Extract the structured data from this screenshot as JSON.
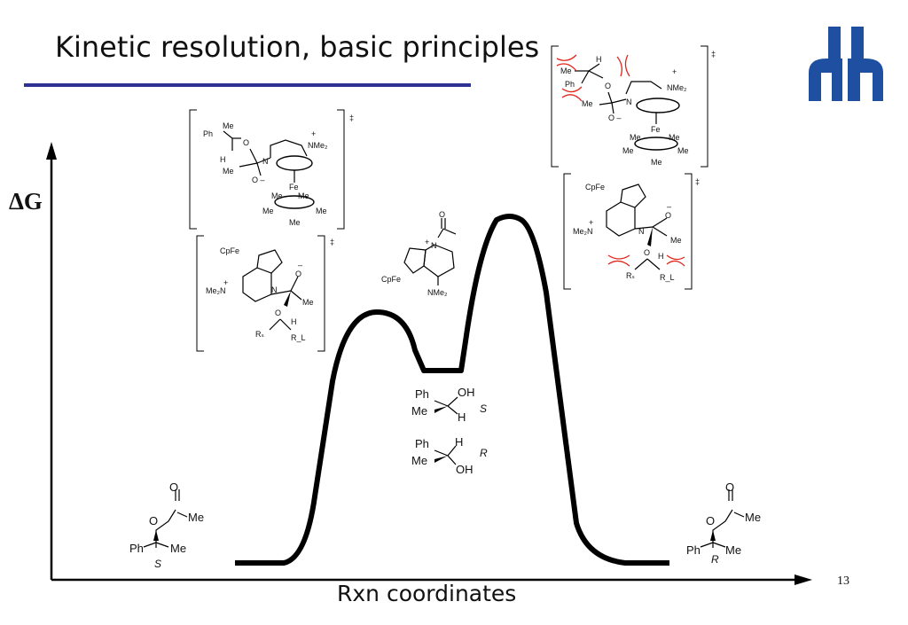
{
  "slide": {
    "title": "Kinetic resolution, basic principles",
    "page_number": "13"
  },
  "axes": {
    "y_label": "ΔG",
    "x_label": "Rxn coordinates"
  },
  "logo": {
    "name": "university-logo",
    "color": "#1f4fa0"
  },
  "colors": {
    "accent_rule": "#2e3192",
    "clash_marks": "#e0251b"
  },
  "structures": {
    "left_ester": {
      "o": "O",
      "me": "Me",
      "ph": "Ph",
      "me2": "Me",
      "config": "S"
    },
    "right_ester": {
      "o": "O",
      "me": "Me",
      "ph": "Ph",
      "me2": "Me",
      "config": "R"
    },
    "alcohol_s": {
      "ph": "Ph",
      "me": "Me",
      "oh": "OH",
      "h": "H",
      "config": "S"
    },
    "alcohol_r": {
      "ph": "Ph",
      "me": "Me",
      "h": "H",
      "oh": "OH",
      "config": "R"
    },
    "acyl_intermediate": {
      "o": "O",
      "plus": "+",
      "n": "N",
      "cpfe": "CpFe",
      "nme2": "NMe₂"
    },
    "ts1_top": {
      "dagger": "‡",
      "ph": "Ph",
      "me1": "Me",
      "o": "O",
      "h": "H",
      "me2": "Me",
      "n": "N",
      "ominus": "O –",
      "plus": "+",
      "nme2": "NMe₂",
      "fe": "Fe",
      "me": "Me"
    },
    "ts1_bottom": {
      "dagger": "‡",
      "cpfe": "CpFe",
      "plus": "+",
      "me2n": "Me₂N",
      "n": "N",
      "ominus": "O",
      "minus": "–",
      "me": "Me",
      "o": "O",
      "h": "H",
      "rs": "Rₛ",
      "rl": "R_L"
    },
    "ts2_top": {
      "dagger": "‡",
      "me": "Me",
      "h": "H",
      "o": "O",
      "ph": "Ph",
      "n": "N",
      "me2": "Me",
      "ominus": "O –",
      "plus": "+",
      "nme2": "NMe₂",
      "fe": "Fe",
      "mefe": "Me"
    },
    "ts2_bottom": {
      "dagger": "‡",
      "cpfe": "CpFe",
      "plus": "+",
      "me2n": "Me₂N",
      "n": "N",
      "ominus": "O",
      "minus": "–",
      "me": "Me",
      "o": "O",
      "h": "H",
      "rs": "Rₛ",
      "rl": "R_L"
    }
  }
}
